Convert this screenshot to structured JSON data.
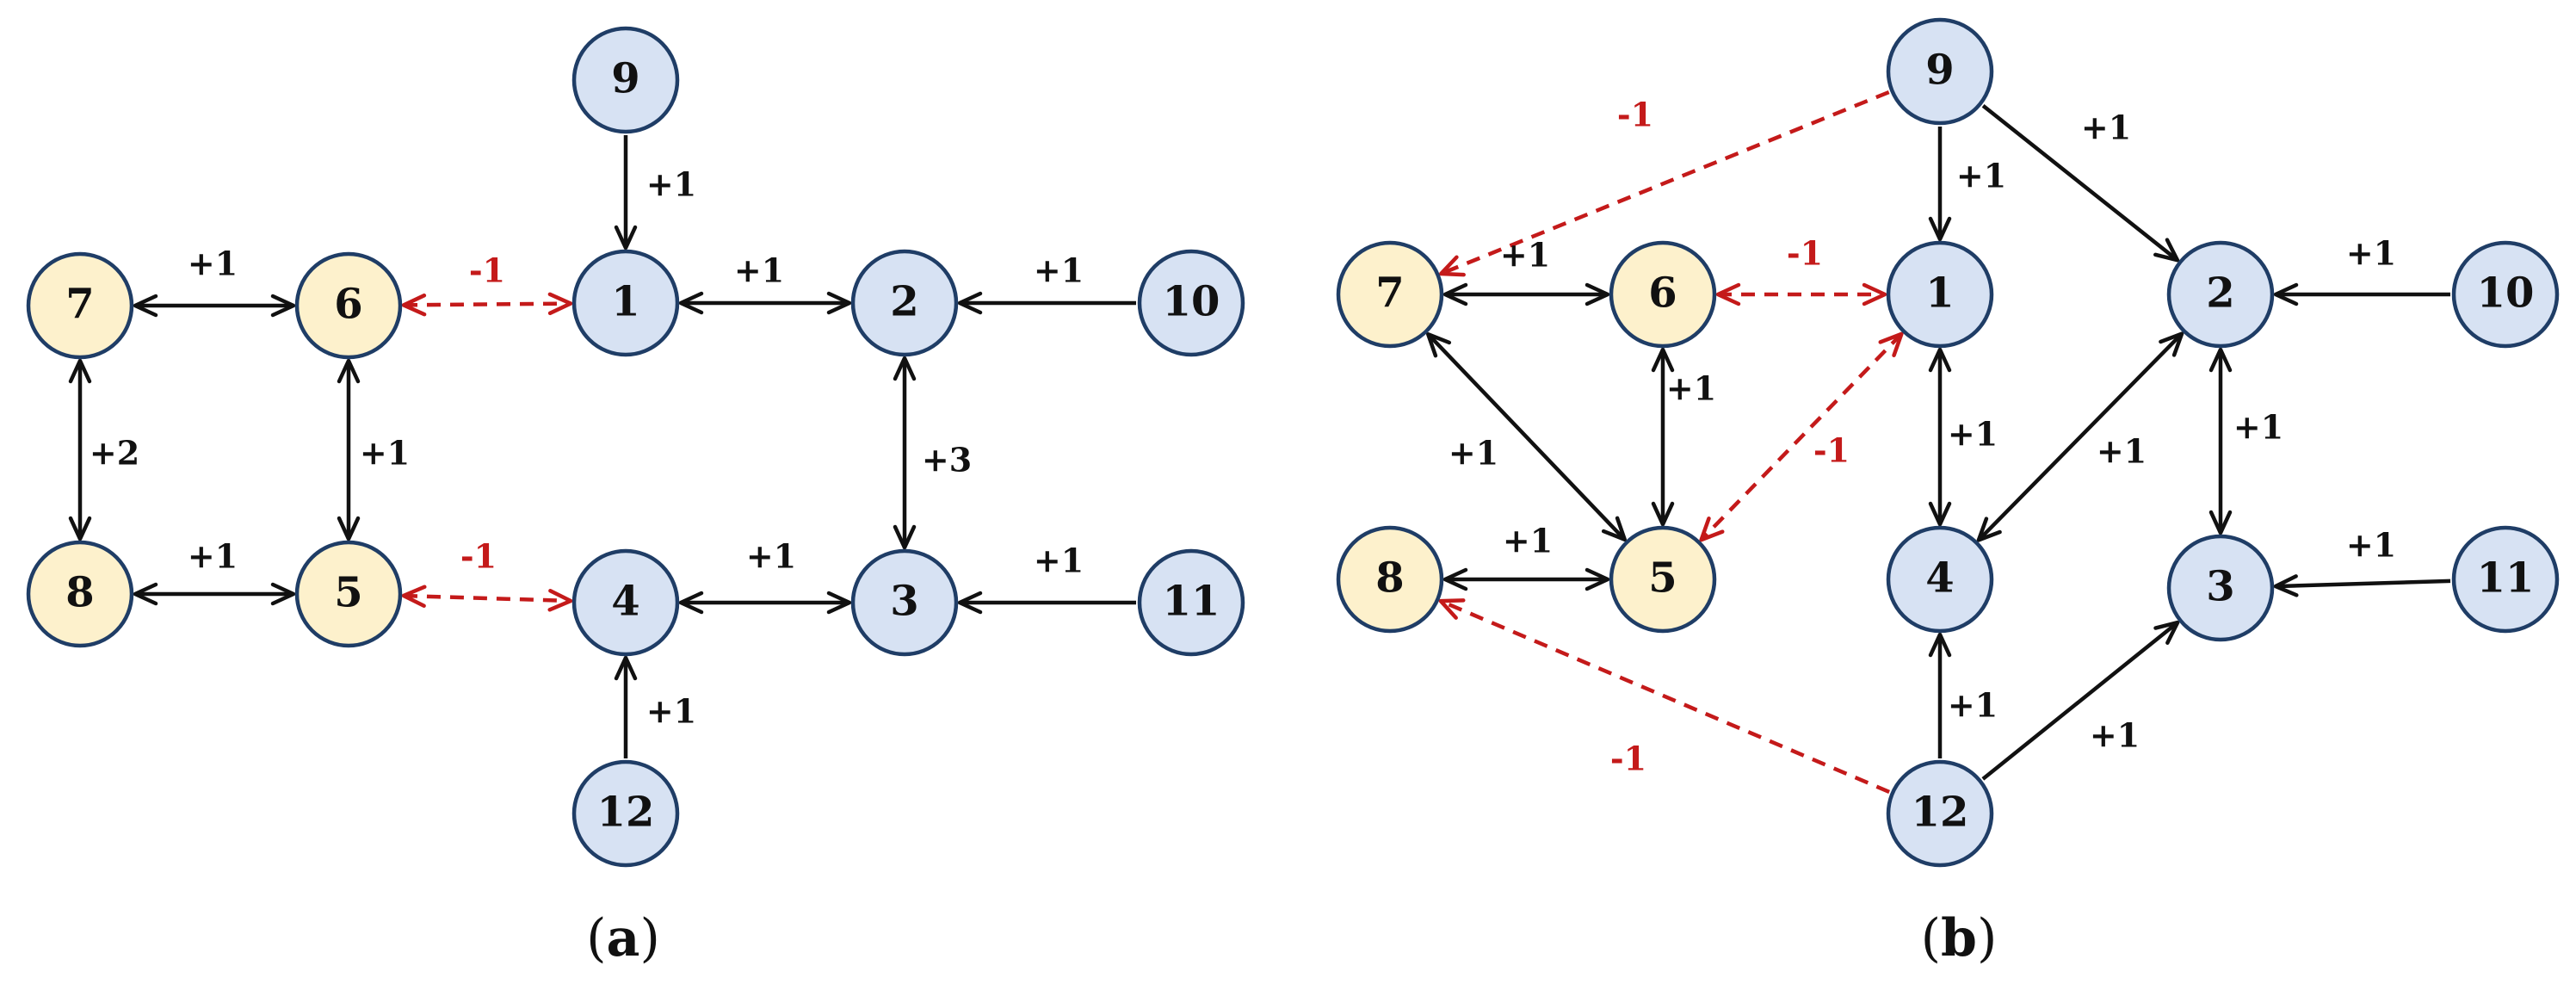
{
  "colors": {
    "group_a_fill": "#fdf1cc",
    "group_b_fill": "#d7e2f3",
    "node_stroke": "#1f3d66",
    "positive_edge": "#111111",
    "negative_edge": "#c41a1a"
  },
  "panels": [
    {
      "id": "a",
      "caption": {
        "open": "(",
        "letter": "a",
        "close": ")"
      },
      "nodes": [
        {
          "id": "1",
          "label": "1",
          "group": "b"
        },
        {
          "id": "2",
          "label": "2",
          "group": "b"
        },
        {
          "id": "3",
          "label": "3",
          "group": "b"
        },
        {
          "id": "4",
          "label": "4",
          "group": "b"
        },
        {
          "id": "5",
          "label": "5",
          "group": "a"
        },
        {
          "id": "6",
          "label": "6",
          "group": "a"
        },
        {
          "id": "7",
          "label": "7",
          "group": "a"
        },
        {
          "id": "8",
          "label": "8",
          "group": "a"
        },
        {
          "id": "9",
          "label": "9",
          "group": "b"
        },
        {
          "id": "10",
          "label": "10",
          "group": "b"
        },
        {
          "id": "11",
          "label": "11",
          "group": "b"
        },
        {
          "id": "12",
          "label": "12",
          "group": "b"
        }
      ],
      "edges": [
        {
          "from": "9",
          "to": "1",
          "label": "+1",
          "sign": "positive",
          "bidirectional": false
        },
        {
          "from": "7",
          "to": "6",
          "label": "+1",
          "sign": "positive",
          "bidirectional": true
        },
        {
          "from": "6",
          "to": "1",
          "label": "-1",
          "sign": "negative",
          "bidirectional": true
        },
        {
          "from": "1",
          "to": "2",
          "label": "+1",
          "sign": "positive",
          "bidirectional": true
        },
        {
          "from": "10",
          "to": "2",
          "label": "+1",
          "sign": "positive",
          "bidirectional": false
        },
        {
          "from": "7",
          "to": "8",
          "label": "+2",
          "sign": "positive",
          "bidirectional": true
        },
        {
          "from": "6",
          "to": "5",
          "label": "+1",
          "sign": "positive",
          "bidirectional": true
        },
        {
          "from": "2",
          "to": "3",
          "label": "+3",
          "sign": "positive",
          "bidirectional": true
        },
        {
          "from": "8",
          "to": "5",
          "label": "+1",
          "sign": "positive",
          "bidirectional": true
        },
        {
          "from": "5",
          "to": "4",
          "label": "-1",
          "sign": "negative",
          "bidirectional": true
        },
        {
          "from": "4",
          "to": "3",
          "label": "+1",
          "sign": "positive",
          "bidirectional": true
        },
        {
          "from": "11",
          "to": "3",
          "label": "+1",
          "sign": "positive",
          "bidirectional": false
        },
        {
          "from": "12",
          "to": "4",
          "label": "+1",
          "sign": "positive",
          "bidirectional": false
        }
      ]
    },
    {
      "id": "b",
      "caption": {
        "open": "(",
        "letter": "b",
        "close": ")"
      },
      "nodes": [
        {
          "id": "1",
          "label": "1",
          "group": "b"
        },
        {
          "id": "2",
          "label": "2",
          "group": "b"
        },
        {
          "id": "3",
          "label": "3",
          "group": "b"
        },
        {
          "id": "4",
          "label": "4",
          "group": "b"
        },
        {
          "id": "5",
          "label": "5",
          "group": "a"
        },
        {
          "id": "6",
          "label": "6",
          "group": "a"
        },
        {
          "id": "7",
          "label": "7",
          "group": "a"
        },
        {
          "id": "8",
          "label": "8",
          "group": "a"
        },
        {
          "id": "9",
          "label": "9",
          "group": "b"
        },
        {
          "id": "10",
          "label": "10",
          "group": "b"
        },
        {
          "id": "11",
          "label": "11",
          "group": "b"
        },
        {
          "id": "12",
          "label": "12",
          "group": "b"
        }
      ],
      "edges": [
        {
          "from": "9",
          "to": "7",
          "label": "-1",
          "sign": "negative",
          "bidirectional": false
        },
        {
          "from": "9",
          "to": "1",
          "label": "+1",
          "sign": "positive",
          "bidirectional": false
        },
        {
          "from": "9",
          "to": "2",
          "label": "+1",
          "sign": "positive",
          "bidirectional": false
        },
        {
          "from": "7",
          "to": "6",
          "label": "+1",
          "sign": "positive",
          "bidirectional": true
        },
        {
          "from": "6",
          "to": "1",
          "label": "-1",
          "sign": "negative",
          "bidirectional": true
        },
        {
          "from": "10",
          "to": "2",
          "label": "+1",
          "sign": "positive",
          "bidirectional": false
        },
        {
          "from": "7",
          "to": "5",
          "label": "+1",
          "sign": "positive",
          "bidirectional": true
        },
        {
          "from": "6",
          "to": "5",
          "label": "+1",
          "sign": "positive",
          "bidirectional": true
        },
        {
          "from": "1",
          "to": "5",
          "label": "-1",
          "sign": "negative",
          "bidirectional": true
        },
        {
          "from": "1",
          "to": "4",
          "label": "+1",
          "sign": "positive",
          "bidirectional": true
        },
        {
          "from": "2",
          "to": "4",
          "label": "+1",
          "sign": "positive",
          "bidirectional": true
        },
        {
          "from": "2",
          "to": "3",
          "label": "+1",
          "sign": "positive",
          "bidirectional": true
        },
        {
          "from": "8",
          "to": "5",
          "label": "+1",
          "sign": "positive",
          "bidirectional": true
        },
        {
          "from": "11",
          "to": "3",
          "label": "+1",
          "sign": "positive",
          "bidirectional": false
        },
        {
          "from": "12",
          "to": "8",
          "label": "-1",
          "sign": "negative",
          "bidirectional": false
        },
        {
          "from": "12",
          "to": "4",
          "label": "+1",
          "sign": "positive",
          "bidirectional": false
        },
        {
          "from": "12",
          "to": "3",
          "label": "+1",
          "sign": "positive",
          "bidirectional": false
        }
      ]
    }
  ]
}
